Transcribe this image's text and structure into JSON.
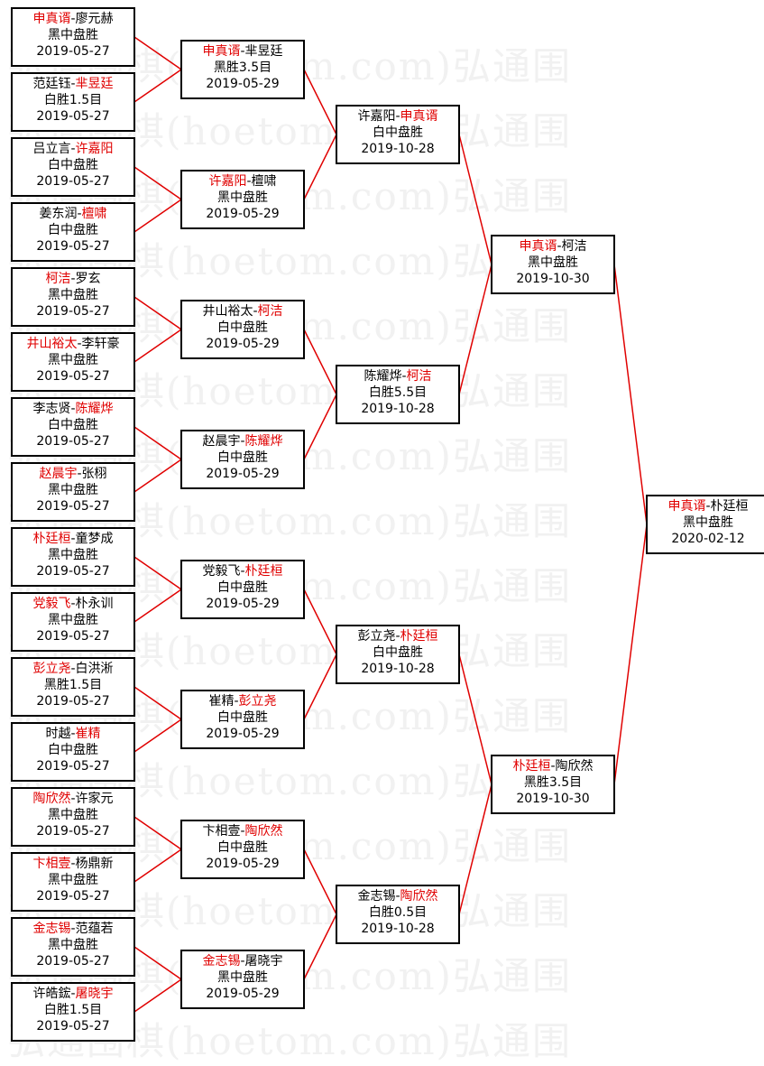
{
  "watermark": "弘通围棋(hoetom.com)弘通围",
  "colors": {
    "winner": "#e00000",
    "connector": "#e00000"
  },
  "rounds": [
    {
      "name": "r1",
      "matches": [
        {
          "p1": "申真谞",
          "p2": "廖元赫",
          "winner": 1,
          "result": "黑中盘胜",
          "date": "2019-05-27"
        },
        {
          "p1": "范廷钰",
          "p2": "芈昱廷",
          "winner": 2,
          "result": "白胜1.5目",
          "date": "2019-05-27"
        },
        {
          "p1": "吕立言",
          "p2": "许嘉阳",
          "winner": 2,
          "result": "白中盘胜",
          "date": "2019-05-27"
        },
        {
          "p1": "姜东润",
          "p2": "檀啸",
          "winner": 2,
          "result": "白中盘胜",
          "date": "2019-05-27"
        },
        {
          "p1": "柯洁",
          "p2": "罗玄",
          "winner": 1,
          "result": "黑中盘胜",
          "date": "2019-05-27"
        },
        {
          "p1": "井山裕太",
          "p2": "李轩豪",
          "winner": 1,
          "result": "黑中盘胜",
          "date": "2019-05-27"
        },
        {
          "p1": "李志贤",
          "p2": "陈耀烨",
          "winner": 2,
          "result": "白中盘胜",
          "date": "2019-05-27"
        },
        {
          "p1": "赵晨宇",
          "p2": "张栩",
          "winner": 1,
          "result": "黑中盘胜",
          "date": "2019-05-27"
        },
        {
          "p1": "朴廷桓",
          "p2": "童梦成",
          "winner": 1,
          "result": "黑中盘胜",
          "date": "2019-05-27"
        },
        {
          "p1": "党毅飞",
          "p2": "朴永训",
          "winner": 1,
          "result": "黑中盘胜",
          "date": "2019-05-27"
        },
        {
          "p1": "彭立尧",
          "p2": "白洪淅",
          "winner": 1,
          "result": "黑胜1.5目",
          "date": "2019-05-27"
        },
        {
          "p1": "时越",
          "p2": "崔精",
          "winner": 2,
          "result": "白中盘胜",
          "date": "2019-05-27"
        },
        {
          "p1": "陶欣然",
          "p2": "许家元",
          "winner": 1,
          "result": "黑中盘胜",
          "date": "2019-05-27"
        },
        {
          "p1": "卞相壹",
          "p2": "杨鼎新",
          "winner": 1,
          "result": "黑中盘胜",
          "date": "2019-05-27"
        },
        {
          "p1": "金志锡",
          "p2": "范蕴若",
          "winner": 1,
          "result": "黑中盘胜",
          "date": "2019-05-27"
        },
        {
          "p1": "许皓鋐",
          "p2": "屠晓宇",
          "winner": 2,
          "result": "白胜1.5目",
          "date": "2019-05-27"
        }
      ]
    },
    {
      "name": "r2",
      "matches": [
        {
          "p1": "申真谞",
          "p2": "芈昱廷",
          "winner": 1,
          "result": "黑胜3.5目",
          "date": "2019-05-29"
        },
        {
          "p1": "许嘉阳",
          "p2": "檀啸",
          "winner": 1,
          "result": "黑中盘胜",
          "date": "2019-05-29"
        },
        {
          "p1": "井山裕太",
          "p2": "柯洁",
          "winner": 2,
          "result": "白中盘胜",
          "date": "2019-05-29"
        },
        {
          "p1": "赵晨宇",
          "p2": "陈耀烨",
          "winner": 2,
          "result": "白中盘胜",
          "date": "2019-05-29"
        },
        {
          "p1": "党毅飞",
          "p2": "朴廷桓",
          "winner": 2,
          "result": "白中盘胜",
          "date": "2019-05-29"
        },
        {
          "p1": "崔精",
          "p2": "彭立尧",
          "winner": 2,
          "result": "白中盘胜",
          "date": "2019-05-29"
        },
        {
          "p1": "卞相壹",
          "p2": "陶欣然",
          "winner": 2,
          "result": "白中盘胜",
          "date": "2019-05-29"
        },
        {
          "p1": "金志锡",
          "p2": "屠晓宇",
          "winner": 1,
          "result": "黑中盘胜",
          "date": "2019-05-29"
        }
      ]
    },
    {
      "name": "r3",
      "matches": [
        {
          "p1": "许嘉阳",
          "p2": "申真谞",
          "winner": 2,
          "result": "白中盘胜",
          "date": "2019-10-28"
        },
        {
          "p1": "陈耀烨",
          "p2": "柯洁",
          "winner": 2,
          "result": "白胜5.5目",
          "date": "2019-10-28"
        },
        {
          "p1": "彭立尧",
          "p2": "朴廷桓",
          "winner": 2,
          "result": "白中盘胜",
          "date": "2019-10-28"
        },
        {
          "p1": "金志锡",
          "p2": "陶欣然",
          "winner": 2,
          "result": "白胜0.5目",
          "date": "2019-10-28"
        }
      ]
    },
    {
      "name": "r4",
      "matches": [
        {
          "p1": "申真谞",
          "p2": "柯洁",
          "winner": 1,
          "result": "黑中盘胜",
          "date": "2019-10-30"
        },
        {
          "p1": "朴廷桓",
          "p2": "陶欣然",
          "winner": 1,
          "result": "黑胜3.5目",
          "date": "2019-10-30"
        }
      ]
    },
    {
      "name": "final",
      "matches": [
        {
          "p1": "申真谞",
          "p2": "朴廷桓",
          "winner": 1,
          "result": "黑中盘胜",
          "date": "2020-02-12"
        }
      ]
    }
  ]
}
